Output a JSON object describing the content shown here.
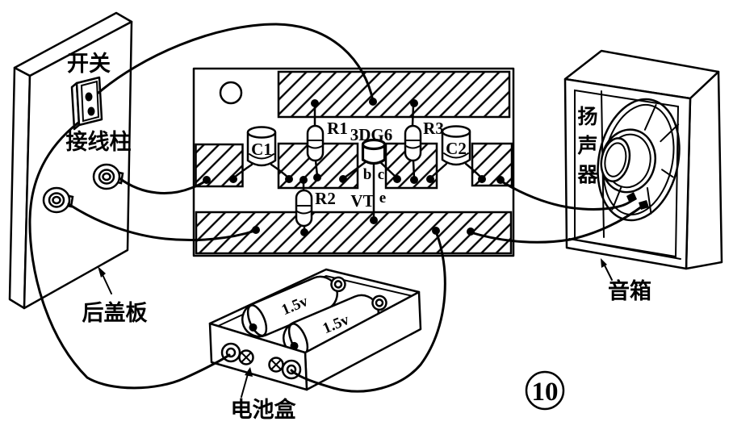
{
  "figure": {
    "number": "10"
  },
  "panel": {
    "switch_label": "开关",
    "terminals_label": "接线柱",
    "panel_label": "后盖板"
  },
  "board": {
    "labels": {
      "c1": "C1",
      "r1": "R1",
      "transistor_type": "3DG6",
      "r3": "R3",
      "c2": "C2",
      "r2": "R2",
      "vt": "VT",
      "pin_b": "b",
      "pin_c": "c",
      "pin_e": "e"
    }
  },
  "battery_box": {
    "label": "电池盒",
    "cells": [
      {
        "label": "1.5v"
      },
      {
        "label": "1.5v"
      }
    ]
  },
  "speaker": {
    "driver_chars": [
      "扬",
      "声",
      "器"
    ],
    "box_label": "音箱"
  },
  "colors": {
    "ink": "#000000",
    "paper": "#ffffff"
  }
}
